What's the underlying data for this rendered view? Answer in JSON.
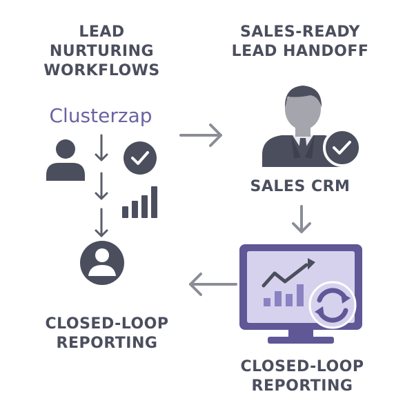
{
  "headings": {
    "lead_nurturing": [
      "LEAD",
      "NURTURING",
      "WORKFLOWS"
    ],
    "sales_ready": [
      "SALES-READY",
      "LEAD HANDOFF"
    ],
    "sales_crm": "SALES CRM",
    "closed_loop_left": [
      "CLOSED-LOOP",
      "REPORTING"
    ],
    "closed_loop_right": [
      "CLOSED-LOOP",
      "REPORTING"
    ]
  },
  "brand": "Clusterzap",
  "colors": {
    "text": "#4b4e5d",
    "brand": "#6a62a2",
    "icon_dark": "#4b4e5d",
    "arrow": "#8a8d96",
    "monitor_frame": "#5f5796",
    "monitor_screen": "#d6d2ee",
    "bars_light": "#8b82c2"
  },
  "icons": [
    "user-icon",
    "check-circle-icon",
    "bar-chart-icon",
    "user-circle-icon",
    "businessman-icon",
    "monitor-analytics-icon",
    "refresh-icon"
  ]
}
